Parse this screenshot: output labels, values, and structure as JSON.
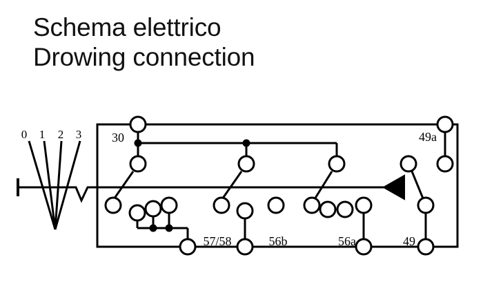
{
  "title": {
    "line1": "Schema elettrico",
    "line2": "Drowing connection"
  },
  "colors": {
    "stroke": "#000000",
    "background": "#ffffff",
    "text": "#111111"
  },
  "selector": {
    "name": "rotary-position-selector",
    "positions": [
      "0",
      "1",
      "2",
      "3"
    ]
  },
  "terminals": {
    "t30": "30",
    "t49a": "49a",
    "t5758": "57/58",
    "t56b": "56b",
    "t56a": "56a",
    "t49": "49"
  },
  "chart_data": {
    "type": "diagram",
    "title": "Schema elettrico / Drowing connection",
    "subtype": "automotive-wiring-schematic",
    "terminal_labels": [
      "30",
      "49a",
      "57/58",
      "56b",
      "56a",
      "49"
    ],
    "selector_positions": [
      "0",
      "1",
      "2",
      "3"
    ],
    "symbols": [
      "rotary-switch",
      "resistor-zigzag",
      "flasher-arrow",
      "terminal-pins"
    ]
  }
}
